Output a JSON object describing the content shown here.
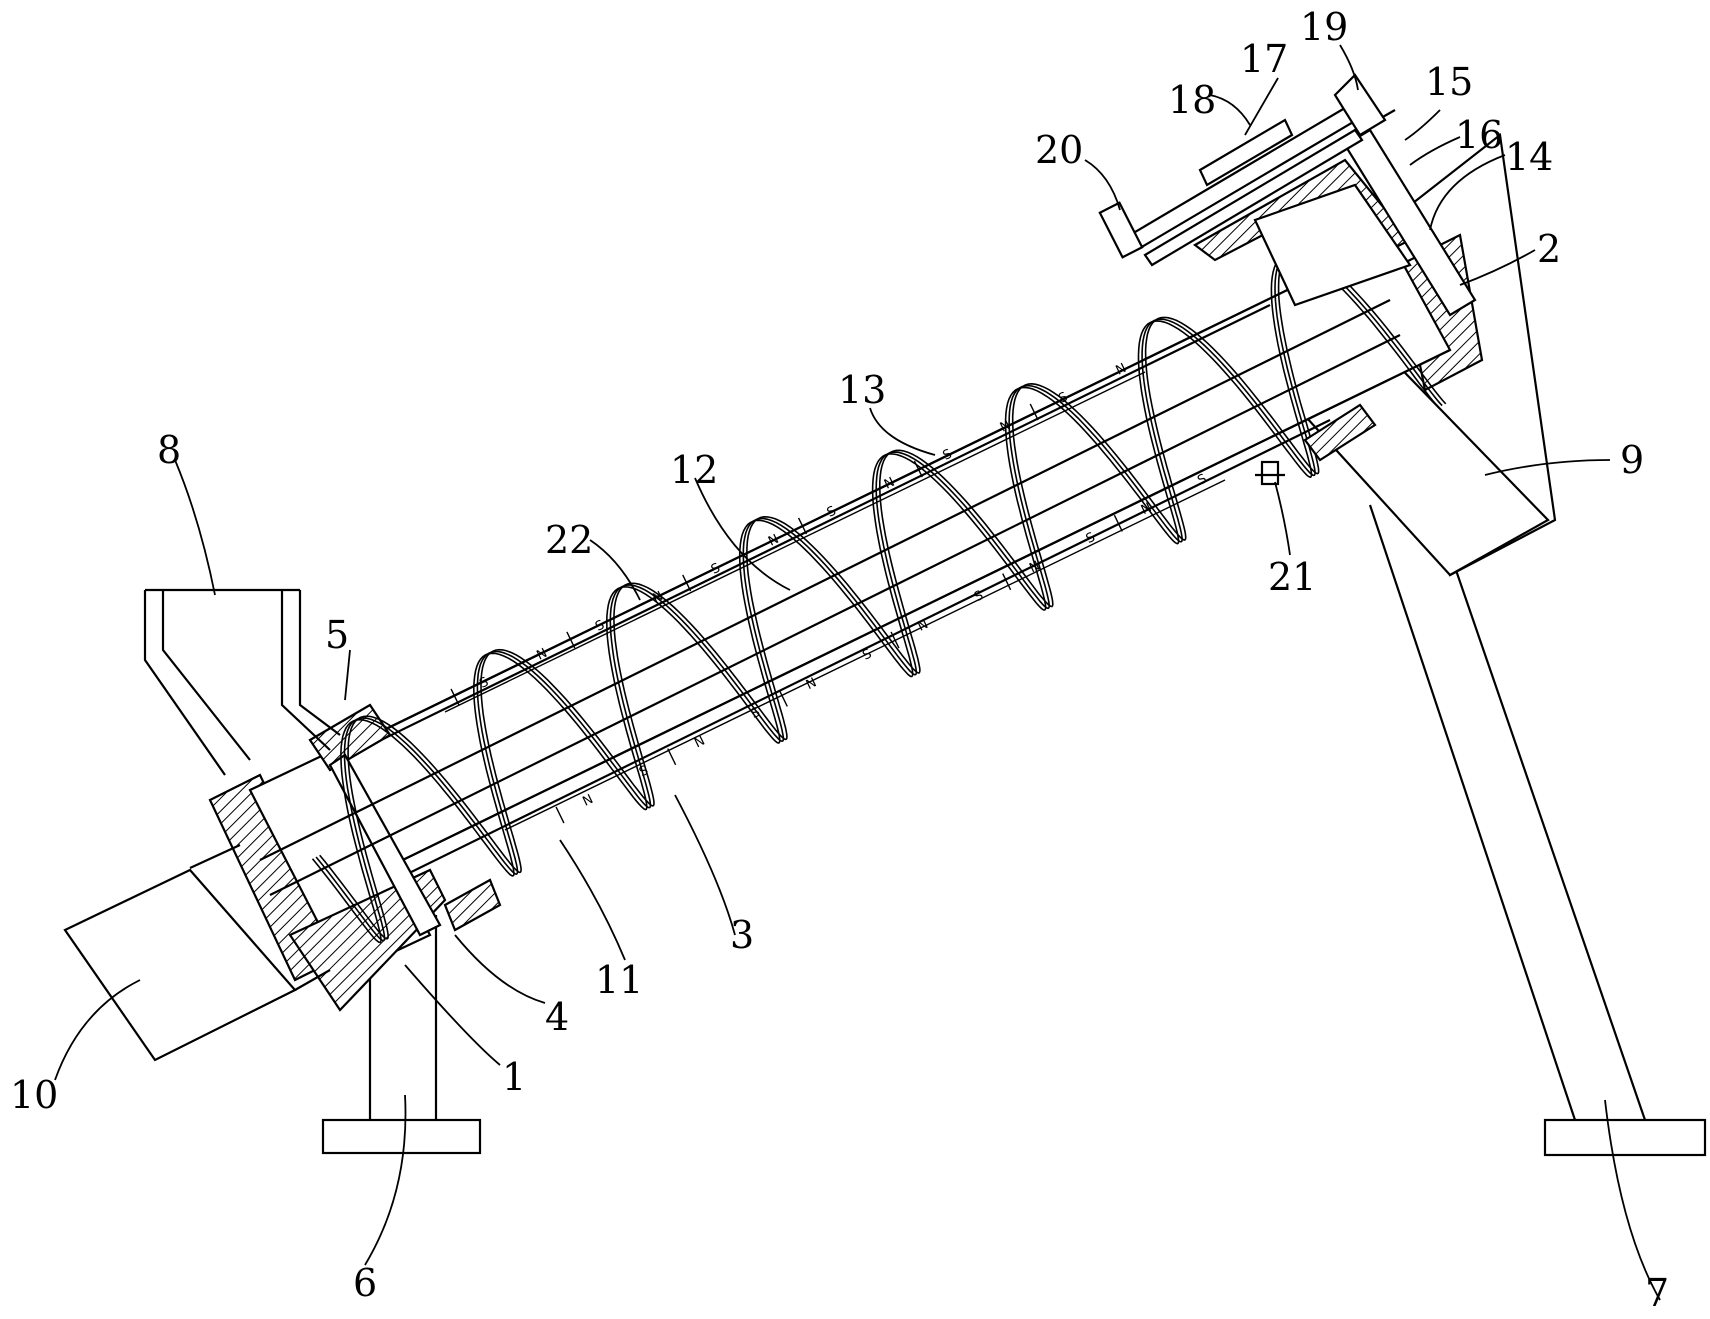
{
  "labels": {
    "l1": "1",
    "l2": "2",
    "l3": "3",
    "l4": "4",
    "l5": "5",
    "l6": "6",
    "l7": "7",
    "l8": "8",
    "l9": "9",
    "l10": "10",
    "l11": "11",
    "l12": "12",
    "l13": "13",
    "l14": "14",
    "l15": "15",
    "l16": "16",
    "l17": "17",
    "l18": "18",
    "l19": "19",
    "l20": "20",
    "l21": "21",
    "l22": "22"
  },
  "magnets": {
    "upper": [
      "S",
      "N",
      "S",
      "N",
      "S",
      "N",
      "S",
      "N",
      "S",
      "N",
      "S",
      "N"
    ],
    "lower": [
      "N",
      "S",
      "N",
      "S",
      "N",
      "S",
      "N",
      "S",
      "N",
      "S",
      "N",
      "S"
    ]
  }
}
